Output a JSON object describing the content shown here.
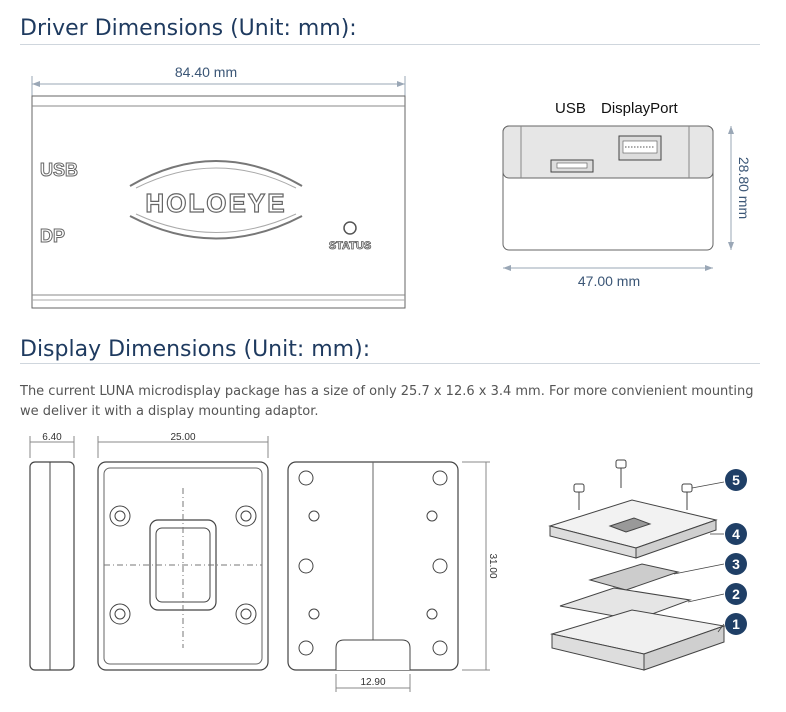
{
  "sections": {
    "driver_title": "Driver Dimensions (Unit: mm):",
    "display_title": "Display Dimensions (Unit: mm):"
  },
  "driver_front": {
    "width_label": "84.40 mm",
    "usb_label": "USB",
    "dp_label": "DP",
    "brand": "HOLOEYE",
    "status_label": "STATUS"
  },
  "driver_side": {
    "usb_label": "USB",
    "displayport_label": "DisplayPort",
    "height_label": "28.80 mm",
    "width_label": "47.00 mm"
  },
  "display_description": "The current LUNA microdisplay package has a size of only 25.7 x 12.6 x 3.4 mm. For more convienient mounting we deliver it with a display mounting adaptor.",
  "display_drawings": {
    "side_thickness": "6.40",
    "front_width": "25.00",
    "adaptor_height": "31.00",
    "adaptor_notch": "12.90"
  },
  "exploded_view": {
    "callouts": [
      "5",
      "4",
      "3",
      "2",
      "1"
    ]
  }
}
